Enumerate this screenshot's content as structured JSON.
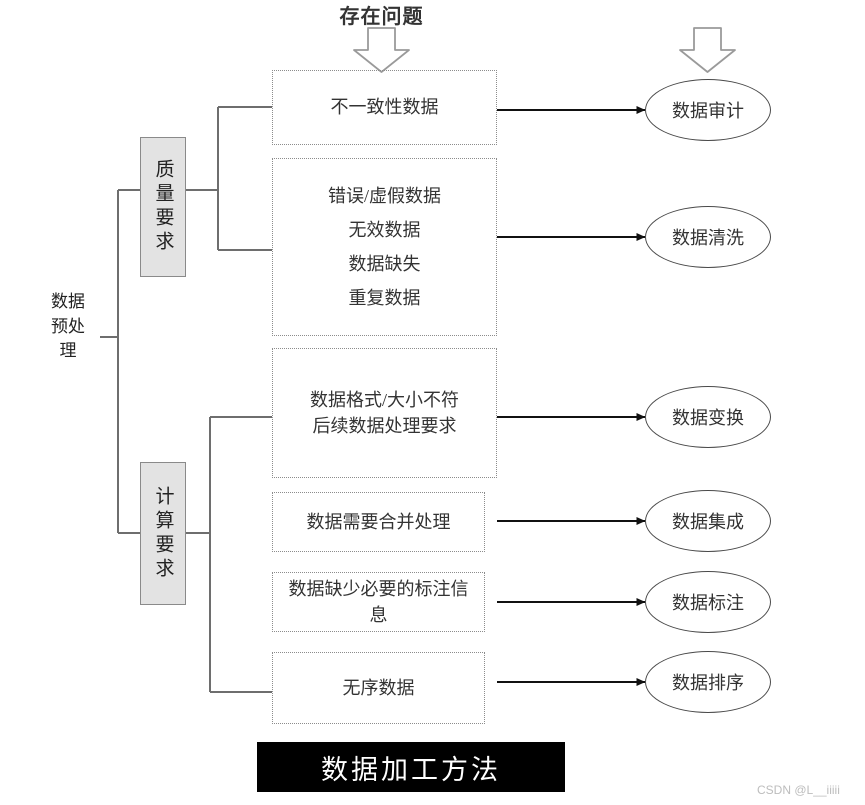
{
  "diagram": {
    "top_caption": "存在问题",
    "root_label": "数据\n预处\n理",
    "categories": [
      {
        "id": "quality",
        "label": "质量要求"
      },
      {
        "id": "compute",
        "label": "计算要求"
      }
    ],
    "problems": [
      {
        "id": "inconsistent",
        "lines": [
          "不一致性数据"
        ]
      },
      {
        "id": "dirty",
        "lines": [
          "错误/虚假数据",
          "无效数据",
          "数据缺失",
          "重复数据"
        ]
      },
      {
        "id": "format",
        "lines": [
          "数据格式/大小不符",
          "后续数据处理要求"
        ]
      },
      {
        "id": "merge",
        "lines": [
          "数据需要合并处理"
        ]
      },
      {
        "id": "annotation",
        "lines": [
          "数据缺少必要的标注信息"
        ]
      },
      {
        "id": "unordered",
        "lines": [
          "无序数据"
        ]
      }
    ],
    "methods": [
      {
        "id": "audit",
        "label": "数据审计"
      },
      {
        "id": "cleaning",
        "label": "数据清洗"
      },
      {
        "id": "transform",
        "label": "数据变换"
      },
      {
        "id": "integration",
        "label": "数据集成"
      },
      {
        "id": "labeling",
        "label": "数据标注"
      },
      {
        "id": "sorting",
        "label": "数据排序"
      }
    ],
    "banner": "数据加工方法",
    "watermark": "CSDN @L__iiiii",
    "colors": {
      "line": "#6e6e6e",
      "arrow": "#111111",
      "dashed_border": "#8c8c8c",
      "category_fill": "#e3e3e3",
      "category_border": "#8a8a8a",
      "ellipse_border": "#4a4a4a",
      "banner_bg": "#000000",
      "banner_text": "#ffffff",
      "text": "#333333"
    }
  }
}
